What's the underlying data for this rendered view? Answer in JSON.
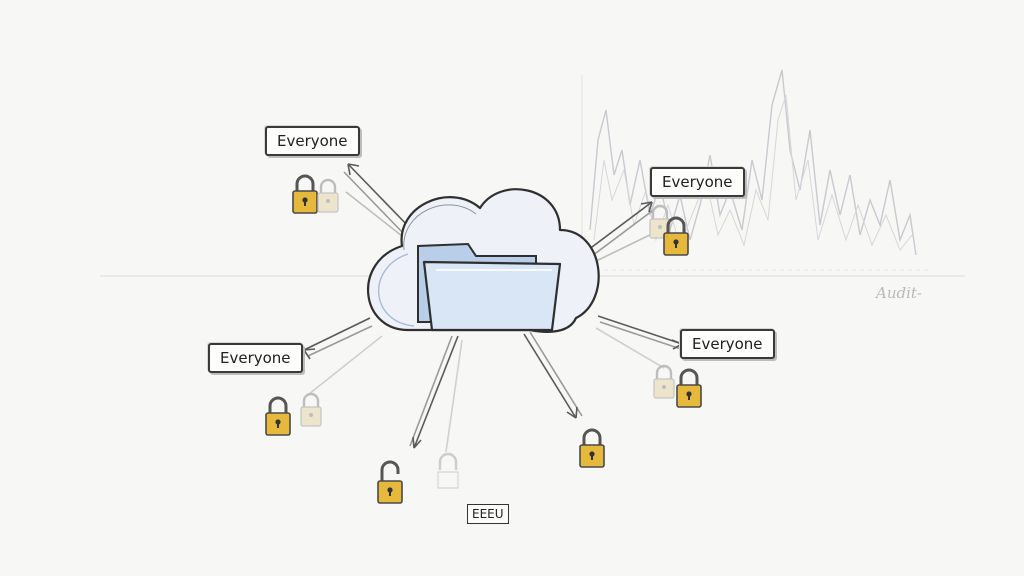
{
  "labels": {
    "tag_top_left": "Everyone",
    "tag_top_right": "Everyone",
    "tag_mid_left": "Everyone",
    "tag_mid_right": "Everyone",
    "bottom_label": "EEEU",
    "audit_label": "Audit-"
  },
  "colors": {
    "cloud_fill": "#eef2f8",
    "folder_fill": "#cfdff2",
    "lock_gold": "#e6b93c",
    "lock_faded": "#e9e1c6",
    "ink": "#3a3a3a",
    "chart_line": "#c9c9cf"
  },
  "icons": {
    "center": "cloud-folder-icon",
    "locks": "padlock-icon"
  }
}
